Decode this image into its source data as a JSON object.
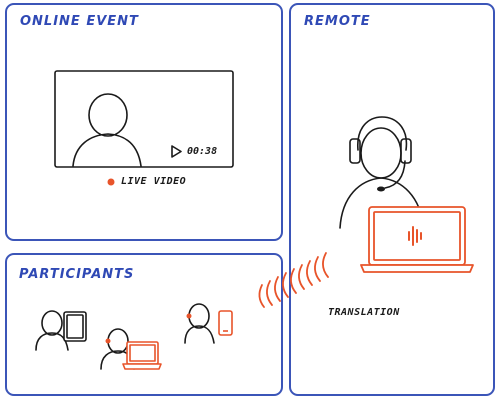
{
  "panels": {
    "online_event": {
      "title": "ONLINE EVENT"
    },
    "remote": {
      "title": "REMOTE"
    },
    "participants": {
      "title": "PARTICIPANTS"
    }
  },
  "video": {
    "timestamp": "00:38",
    "live_label": "LIVE VIDEO"
  },
  "remote_label": "TRANSLATION",
  "colors": {
    "panel_border": "#3b55b8",
    "title_text": "#2f49b5",
    "accent_orange": "#e8542a",
    "ink": "#1a1a1a"
  },
  "icons": [
    "play-icon",
    "live-dot-icon",
    "headset-icon",
    "microphone-icon",
    "audio-wave-icon",
    "laptop-icon",
    "tablet-icon",
    "phone-icon",
    "signal-waves-icon"
  ]
}
